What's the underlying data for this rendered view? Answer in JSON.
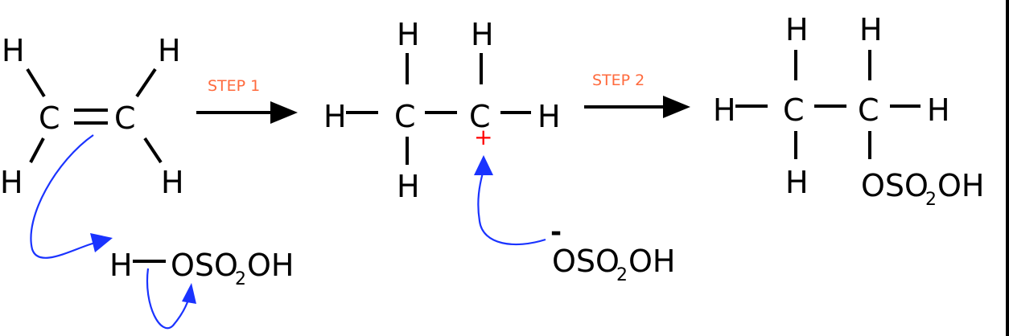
{
  "reaction": {
    "step1_label": "STEP 1",
    "step2_label": "STEP 2",
    "ethene": {
      "h": "H",
      "c": "C"
    },
    "sulfuric_acid": {
      "h": "H",
      "group": "OSO",
      "sub": "2",
      "tail": "OH"
    },
    "carbocation": {
      "h": "H",
      "c": "C",
      "charge": "+"
    },
    "bisulfate": {
      "charge": "-",
      "group": "OSO",
      "sub": "2",
      "tail": "OH"
    },
    "product": {
      "h": "H",
      "c": "C",
      "group": "OSO",
      "sub": "2",
      "tail": "OH"
    }
  },
  "colors": {
    "step_label": "#ff6a3d",
    "electron_arrow": "#1a33ff",
    "positive_charge": "#ff0000"
  }
}
